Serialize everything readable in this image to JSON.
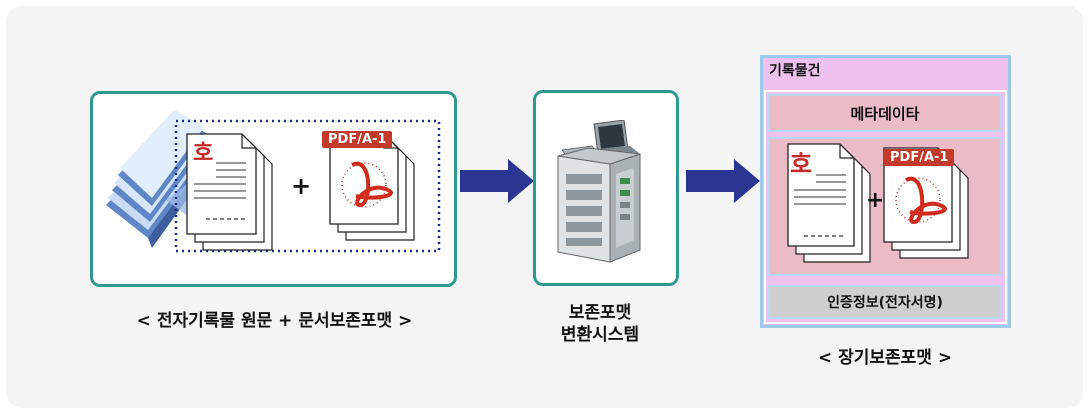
{
  "left": {
    "caption": "< 전자기록물 원문 + 문서보존포맷 >",
    "plus": "+",
    "pdf_label": "PDF/A-1"
  },
  "middle": {
    "label_line1": "보존포맷",
    "label_line2": "변환시스템"
  },
  "right": {
    "title": "기록물건",
    "meta": "메타데이타",
    "plus": "+",
    "pdf_label": "PDF/A-1",
    "cert": "인증정보(전자서명)",
    "caption": "< 장기보존포맷 >"
  },
  "colors": {
    "box_border": "#2e9a8e",
    "arrow": "#2b3592",
    "record_bg": "#efc1ef",
    "section_bg": "#ecbcc6",
    "cert_bg": "#cfcfcf",
    "pdf_red": "#d12b1c"
  }
}
